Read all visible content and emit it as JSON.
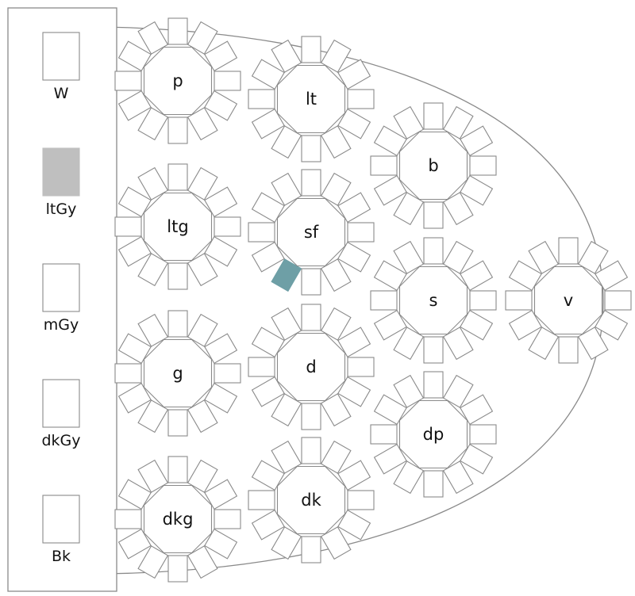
{
  "colors": {
    "stroke": "#8a8a8a",
    "background": "#ffffff",
    "swatch_filled": "#bfbfbf",
    "selected_seat": "#6e9fa6"
  },
  "legend": {
    "swatches": [
      {
        "key": "w",
        "label": "W",
        "filled": false
      },
      {
        "key": "ltgy",
        "label": "ltGy",
        "filled": true
      },
      {
        "key": "mgy",
        "label": "mGy",
        "filled": false
      },
      {
        "key": "dkgy",
        "label": "dkGy",
        "filled": false
      },
      {
        "key": "bk",
        "label": "Bk",
        "filled": false
      }
    ]
  },
  "tables": [
    {
      "key": "p",
      "label": "p"
    },
    {
      "key": "ltg",
      "label": "ltg"
    },
    {
      "key": "g",
      "label": "g"
    },
    {
      "key": "dkg",
      "label": "dkg"
    },
    {
      "key": "lt",
      "label": "lt"
    },
    {
      "key": "sf",
      "label": "sf"
    },
    {
      "key": "d",
      "label": "d"
    },
    {
      "key": "dk",
      "label": "dk"
    },
    {
      "key": "b",
      "label": "b"
    },
    {
      "key": "s",
      "label": "s"
    },
    {
      "key": "dp",
      "label": "dp"
    },
    {
      "key": "v",
      "label": "v"
    }
  ],
  "seats_per_table": 12,
  "selected_seat": {
    "table": "sf",
    "seat_index": 4
  }
}
